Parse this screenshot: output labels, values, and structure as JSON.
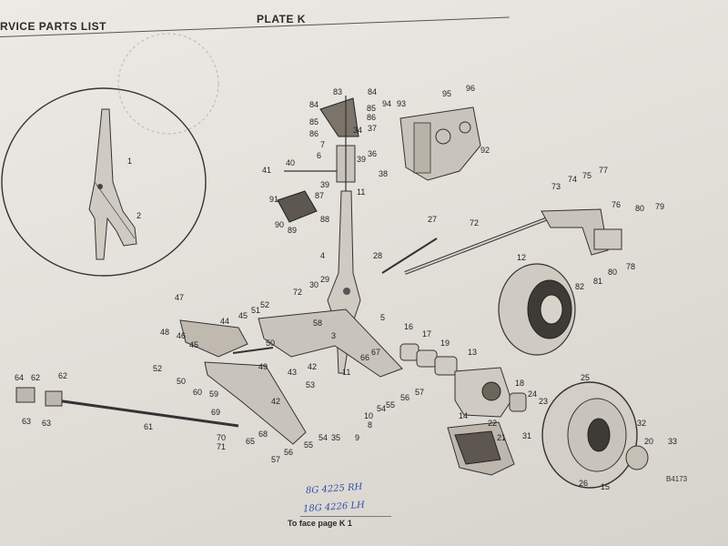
{
  "header": {
    "left_title": "RVICE PARTS LIST",
    "plate_title": "PLATE K"
  },
  "footer": {
    "caption": "To face page K 1"
  },
  "reference_code": "B4173",
  "handwritten_notes": [
    "8G 4225 RH",
    "18G 4226 LH"
  ],
  "callouts": {
    "inset": [
      "1",
      "2"
    ],
    "upper_assembly": [
      "83",
      "84",
      "84",
      "85",
      "85",
      "86",
      "86",
      "94",
      "93",
      "95",
      "96",
      "92",
      "7",
      "6",
      "34",
      "37",
      "36",
      "38",
      "39",
      "39",
      "40",
      "41",
      "11",
      "87",
      "88",
      "89",
      "90",
      "91"
    ],
    "steering_linkage": [
      "73",
      "74",
      "75",
      "77",
      "76",
      "80",
      "79",
      "78",
      "80",
      "81",
      "82",
      "72",
      "72",
      "27",
      "28",
      "12"
    ],
    "king_pin_area": [
      "4",
      "3",
      "29",
      "30",
      "58",
      "5",
      "16",
      "17",
      "19",
      "66",
      "67",
      "13",
      "18",
      "24",
      "23",
      "22",
      "14",
      "21",
      "31",
      "57",
      "56",
      "55",
      "54",
      "8",
      "9",
      "10",
      "11",
      "53",
      "35"
    ],
    "lower_arm": [
      "47",
      "48",
      "46",
      "44",
      "45",
      "51",
      "52",
      "50",
      "45",
      "49",
      "43",
      "42",
      "52",
      "50",
      "60",
      "59",
      "69",
      "70",
      "71",
      "65",
      "68",
      "56",
      "57",
      "55",
      "54"
    ],
    "tie_rod": [
      "64",
      "62",
      "62",
      "63",
      "63",
      "61"
    ],
    "brake_drum": [
      "25",
      "32",
      "20",
      "33",
      "26",
      "15"
    ]
  }
}
